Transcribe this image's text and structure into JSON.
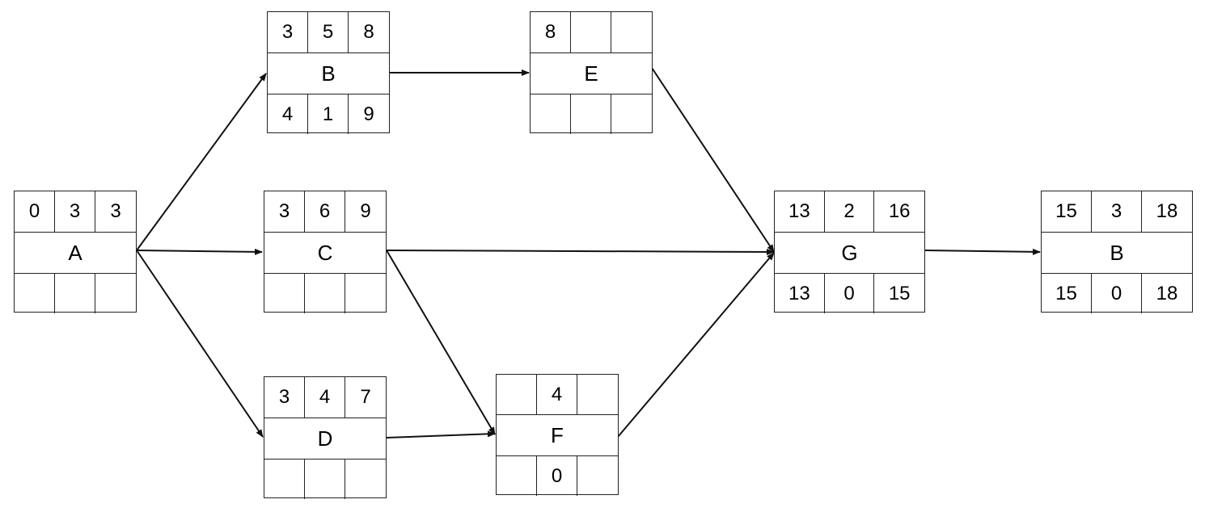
{
  "nodes": {
    "A": {
      "name": "A",
      "top": [
        "0",
        "3",
        "3"
      ],
      "bottom": [
        "",
        "",
        ""
      ]
    },
    "B1": {
      "name": "B",
      "top": [
        "3",
        "5",
        "8"
      ],
      "bottom": [
        "4",
        "1",
        "9"
      ]
    },
    "C": {
      "name": "C",
      "top": [
        "3",
        "6",
        "9"
      ],
      "bottom": [
        "",
        "",
        ""
      ]
    },
    "D": {
      "name": "D",
      "top": [
        "3",
        "4",
        "7"
      ],
      "bottom": [
        "",
        "",
        ""
      ]
    },
    "E": {
      "name": "E",
      "top": [
        "8",
        "",
        ""
      ],
      "bottom": [
        "",
        "",
        ""
      ]
    },
    "F": {
      "name": "F",
      "top": [
        "",
        "4",
        ""
      ],
      "bottom": [
        "",
        "0",
        ""
      ]
    },
    "G": {
      "name": "G",
      "top": [
        "13",
        "2",
        "16"
      ],
      "bottom": [
        "13",
        "0",
        "15"
      ]
    },
    "B2": {
      "name": "B",
      "top": [
        "15",
        "3",
        "18"
      ],
      "bottom": [
        "15",
        "0",
        "18"
      ]
    }
  },
  "edges": [
    [
      "A",
      "B1"
    ],
    [
      "A",
      "C"
    ],
    [
      "A",
      "D"
    ],
    [
      "B1",
      "E"
    ],
    [
      "E",
      "G"
    ],
    [
      "C",
      "G"
    ],
    [
      "C",
      "F"
    ],
    [
      "D",
      "F"
    ],
    [
      "F",
      "G"
    ],
    [
      "G",
      "B2"
    ]
  ]
}
